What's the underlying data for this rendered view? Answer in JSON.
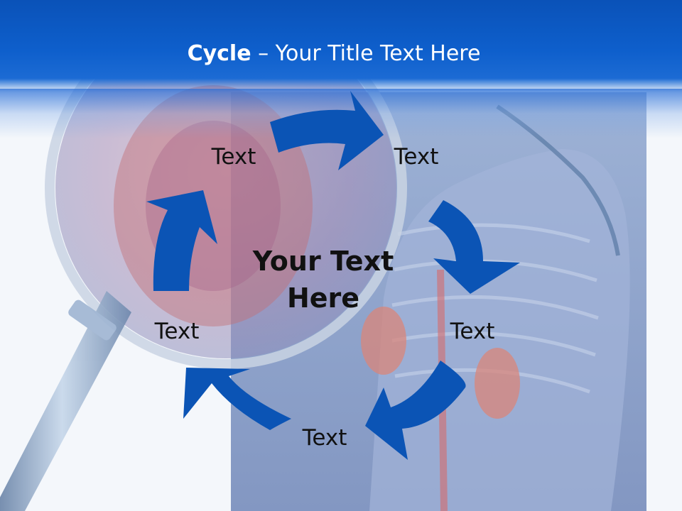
{
  "slide": {
    "title_bold": "Cycle",
    "title_rest": " – Your Title Text Here",
    "center_text": "Your Text Here"
  },
  "cycle": {
    "labels": [
      "Text",
      "Text",
      "Text",
      "Text",
      "Text"
    ]
  },
  "colors": {
    "header_blue": "#0a52b8",
    "arrow_blue": "#0b54b5",
    "text": "#111111"
  }
}
